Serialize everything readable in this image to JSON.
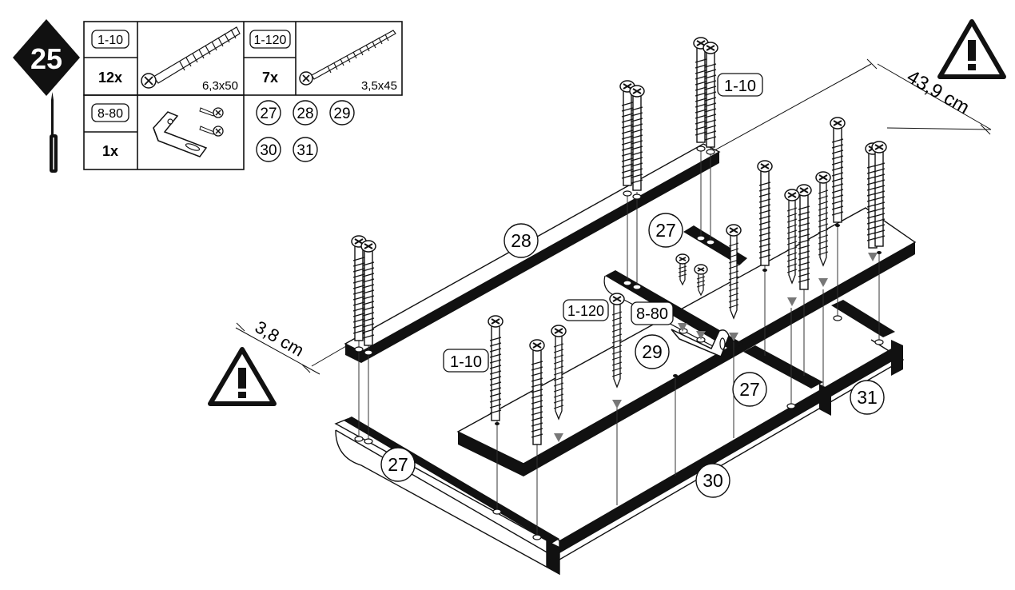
{
  "step": {
    "number": "25"
  },
  "parts_table": {
    "screw_long": {
      "code": "1-10",
      "qty": "12x",
      "size": "6,3x50"
    },
    "screw_thin": {
      "code": "1-120",
      "qty": "7x",
      "size": "3,5x45"
    },
    "bracket": {
      "code": "8-80",
      "qty": "1x"
    },
    "panel_refs": [
      "27",
      "28",
      "29",
      "30",
      "31"
    ]
  },
  "callouts": {
    "screw_1_10_top": "1-10",
    "screw_1_10_left": "1-10",
    "screw_1_120": "1-120",
    "bracket_8_80": "8-80"
  },
  "panel_labels": {
    "p28": "28",
    "p27_top": "27",
    "p29": "29",
    "p27_mid": "27",
    "p31": "31",
    "p27_front": "27",
    "p30": "30"
  },
  "dimensions": {
    "length": "43,9 cm",
    "offset": "3,8 cm"
  },
  "icons": [
    "warning-icon",
    "screwdriver-icon",
    "screw-icon",
    "bracket-icon"
  ]
}
